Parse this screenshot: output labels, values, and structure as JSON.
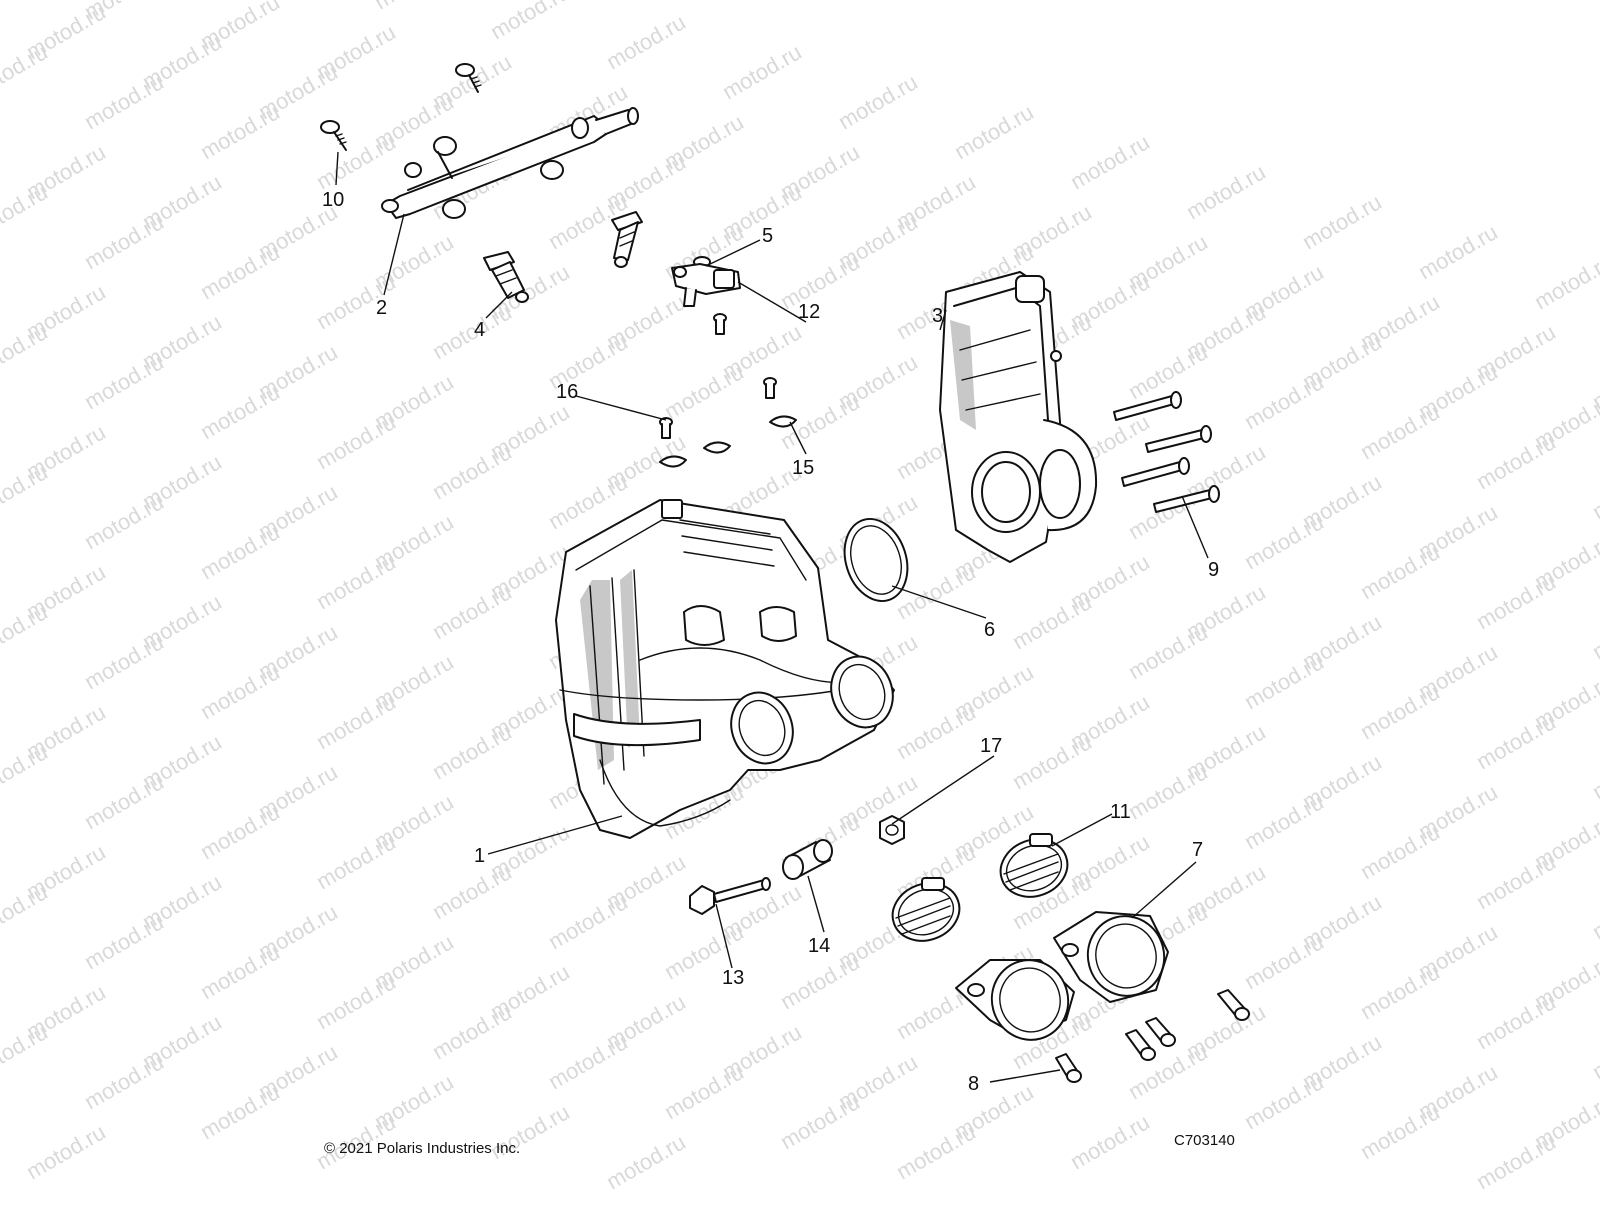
{
  "watermark": {
    "text": "motod.ru",
    "color": "#d9d9d9"
  },
  "callouts": {
    "c1": "1",
    "c2": "2",
    "c3": "3",
    "c4": "4",
    "c5": "5",
    "c6": "6",
    "c7": "7",
    "c8": "8",
    "c9": "9",
    "c10": "10",
    "c11": "11",
    "c12": "12",
    "c13": "13",
    "c14": "14",
    "c15": "15",
    "c16": "16",
    "c17": "17"
  },
  "footer": {
    "copyright": "© 2021 Polaris Industries Inc.",
    "diagram_id": "C703140"
  }
}
